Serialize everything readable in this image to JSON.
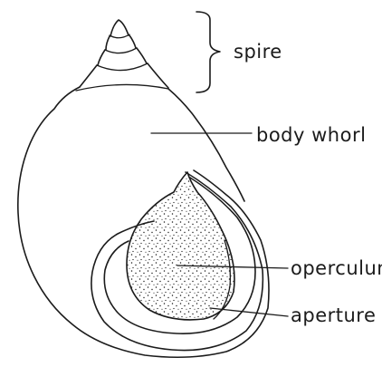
{
  "diagram": {
    "labels": {
      "spire": "spire",
      "body_whorl": "body whorl",
      "operculum": "operculum",
      "aperture": "aperture"
    },
    "colors": {
      "ink": "#1b1b1b",
      "background": "#ffffff"
    }
  }
}
